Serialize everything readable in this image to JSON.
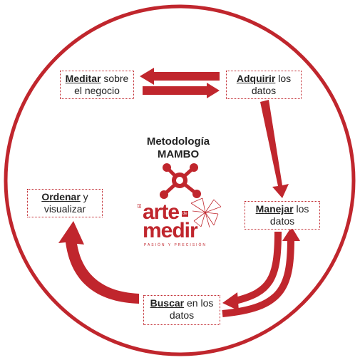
{
  "diagram": {
    "title_line1": "Metodología",
    "title_line2": "MAMBO",
    "colors": {
      "accent": "#c0262d",
      "text": "#222222",
      "background": "#ffffff"
    },
    "icon": "network-node-icon",
    "steps": {
      "meditar": {
        "keyword_initial": "M",
        "keyword_rest": "editar",
        "line1_rest": " sobre",
        "line2": "el negocio"
      },
      "adquirir": {
        "keyword_initial": "A",
        "keyword_rest": "dquirir",
        "line1_rest": " los",
        "line2": "datos"
      },
      "manejar": {
        "keyword_initial": "M",
        "keyword_rest": "anejar",
        "line1_rest": " los",
        "line2": "datos"
      },
      "buscar": {
        "keyword_initial": "B",
        "keyword_rest": "uscar",
        "line1_rest": " en los",
        "line2": "datos"
      },
      "ordenar": {
        "keyword_initial": "O",
        "keyword_rest": "rdenar",
        "line1_rest": " y",
        "line2": "visualizar"
      }
    },
    "logo": {
      "el": "El",
      "arte": "arte",
      "de": "de",
      "medir": "medir",
      "tagline": "PASIÓN Y PRECISIÓN"
    }
  }
}
